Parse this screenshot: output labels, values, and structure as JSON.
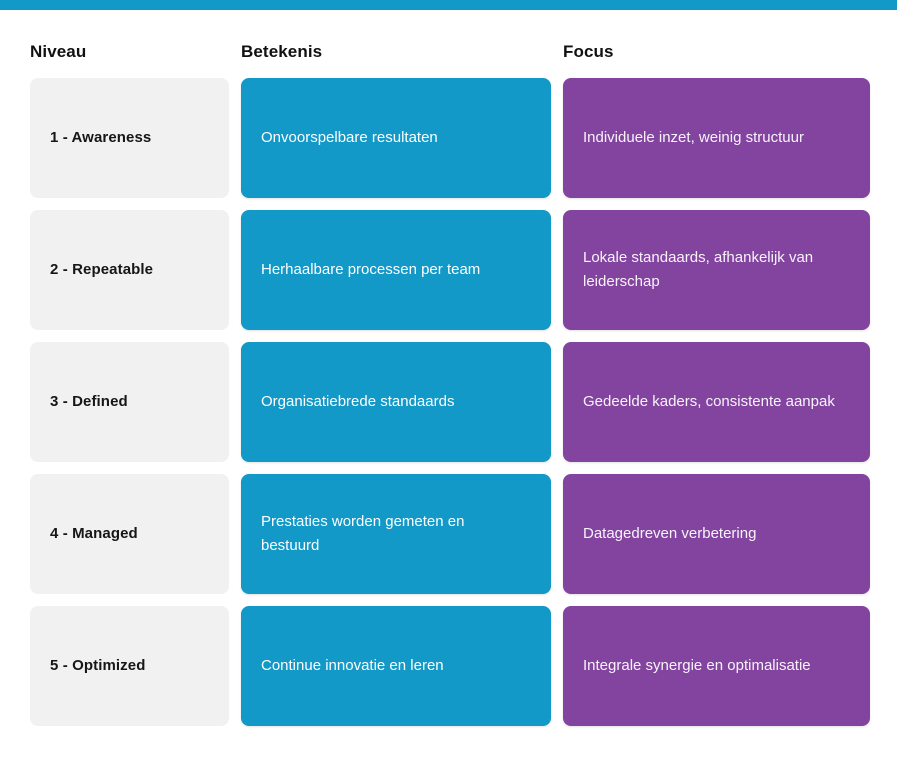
{
  "colors": {
    "accent_teal": "#1299c8",
    "accent_purple": "#8344a0",
    "neutral_card": "#f1f1f1"
  },
  "table": {
    "headers": [
      {
        "label": "Niveau"
      },
      {
        "label": "Betekenis"
      },
      {
        "label": "Focus"
      }
    ],
    "rows": [
      {
        "niveau": "1 - Awareness",
        "betekenis": "Onvoorspelbare resultaten",
        "focus": "Individuele inzet, weinig structuur"
      },
      {
        "niveau": "2 - Repeatable",
        "betekenis": "Herhaalbare processen per team",
        "focus": "Lokale standaards, afhankelijk van leiderschap"
      },
      {
        "niveau": "3 - Defined",
        "betekenis": "Organisatiebrede standaards",
        "focus": "Gedeelde kaders, consistente aanpak"
      },
      {
        "niveau": "4 - Managed",
        "betekenis": "Prestaties worden gemeten en bestuurd",
        "focus": "Datagedreven verbetering"
      },
      {
        "niveau": "5 - Optimized",
        "betekenis": "Continue innovatie en leren",
        "focus": "Integrale synergie en optimalisatie"
      }
    ]
  }
}
